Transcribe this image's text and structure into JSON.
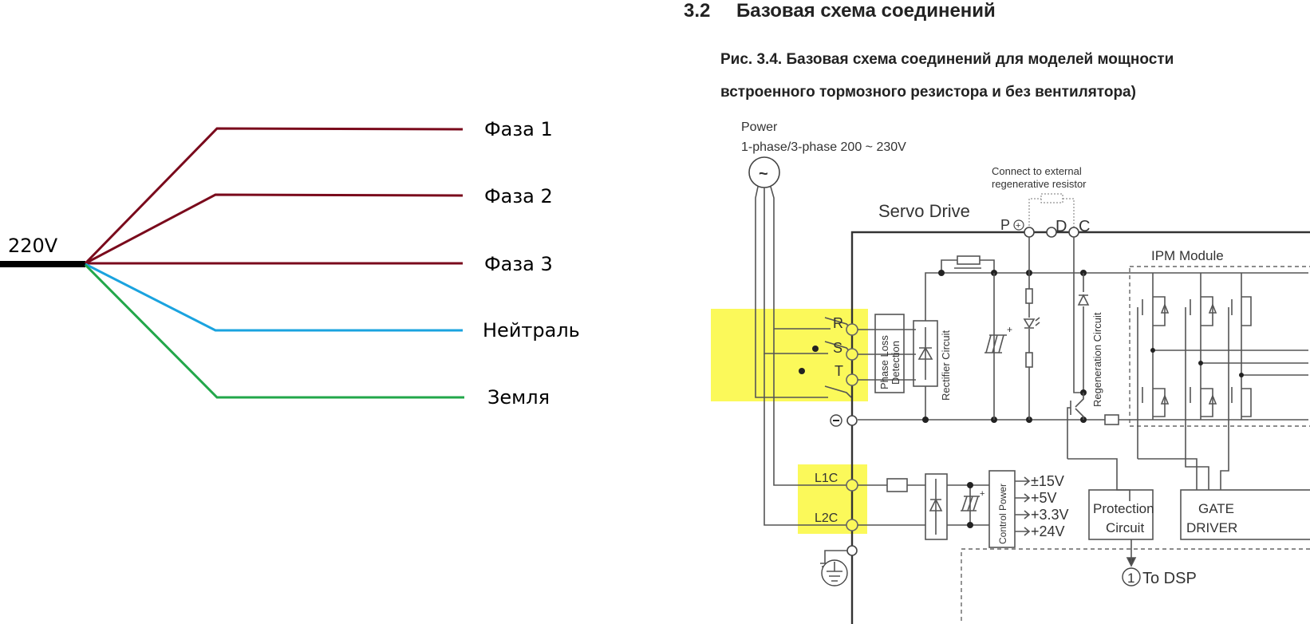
{
  "left_diagram": {
    "source_label": "220V",
    "wires": [
      {
        "label": "Фаза 1",
        "color": "#7a0a1c"
      },
      {
        "label": "Фаза 2",
        "color": "#7a0a1c"
      },
      {
        "label": "Фаза 3",
        "color": "#7a0a1c"
      },
      {
        "label": "Нейтраль",
        "color": "#1aa3df"
      },
      {
        "label": "Земля",
        "color": "#22a74a"
      }
    ],
    "source_color": "#000000"
  },
  "document": {
    "section_number": "3.2",
    "section_title": "Базовая схема соединений",
    "caption_line1": "Рис. 3.4.  Базовая схема соединений для моделей мощности",
    "caption_line2": "встроенного тормозного резистора и без вентилятора)"
  },
  "schematic": {
    "highlight_color": "#fbf95a",
    "power_label": "Power",
    "power_spec": "1-phase/3-phase  200 ~ 230V",
    "ac_symbol": "~",
    "servo_drive_label": "Servo Drive",
    "external_resistor_line1": "Connect to external",
    "external_resistor_line2": "regenerative resistor",
    "terminal_p": "P",
    "terminal_d": "D",
    "terminal_c": "C",
    "terminal_r": "R",
    "terminal_s": "S",
    "terminal_t": "T",
    "terminal_l1c": "L1C",
    "terminal_l2c": "L2C",
    "phase_loss_line1": "Phase Loss",
    "phase_loss_line2": "Detection",
    "rectifier_label": "Rectifier Circuit",
    "regeneration_label": "Regeneration Circuit",
    "ipm_label": "IPM Module",
    "control_power_label": "Control Power",
    "outputs": [
      "±15V",
      "+5V",
      "+3.3V",
      "+24V"
    ],
    "protection_line1": "Protection",
    "protection_line2": "Circuit",
    "gate_driver_line1": "GATE",
    "gate_driver_line2": "DRIVER",
    "to_dsp_number": "1",
    "to_dsp_label": "To DSP",
    "plus_sign": "+",
    "minus_sign": "−"
  }
}
